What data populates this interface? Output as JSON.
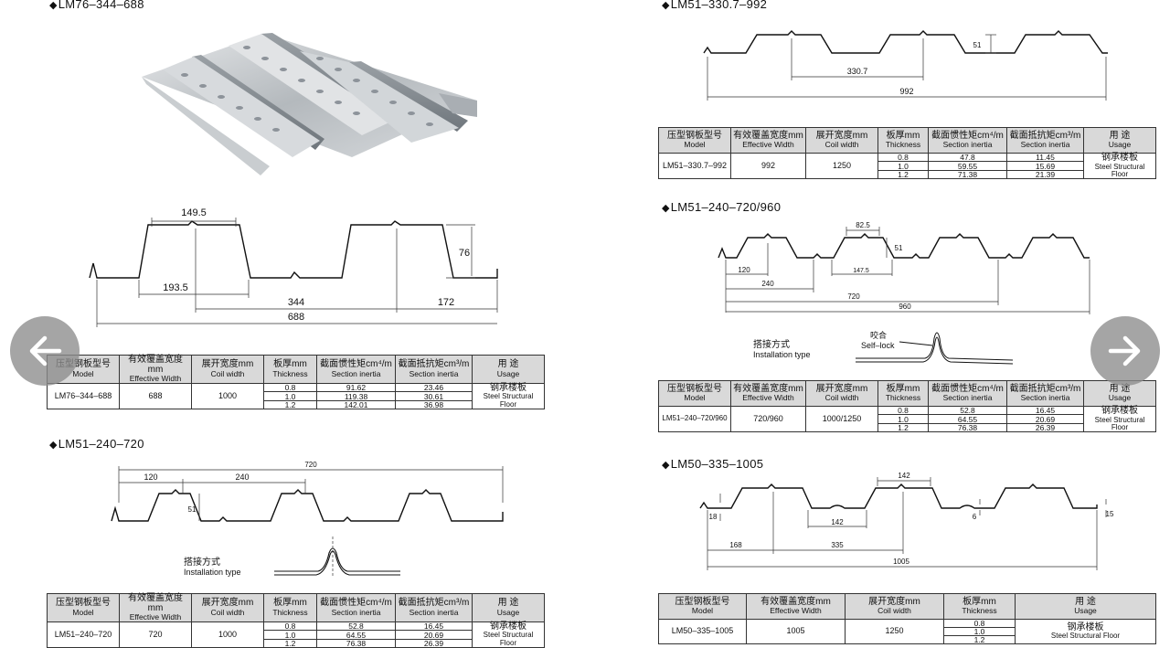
{
  "sections": {
    "lm76": {
      "title": "LM76–344–688",
      "dims": {
        "d1": "149.5",
        "d2": "76",
        "d3": "193.5",
        "d4": "344",
        "d5": "172",
        "d6": "688"
      },
      "row": {
        "model": "LM76–344–688",
        "effective": "688",
        "coil": "1000",
        "thickness": [
          "0.8",
          "1.0",
          "1.2"
        ],
        "inertia": [
          "91.62",
          "119.38",
          "142.01"
        ],
        "modulus": [
          "23.46",
          "30.61",
          "36.98"
        ]
      }
    },
    "lm51_720": {
      "title": "LM51–240–720",
      "dims": {
        "d1": "720",
        "d2": "120",
        "d3": "240",
        "d4": "51"
      },
      "install": {
        "zh": "搭接方式",
        "en": "Installation type"
      },
      "row": {
        "model": "LM51–240–720",
        "effective": "720",
        "coil": "1000",
        "thickness": [
          "0.8",
          "1.0",
          "1.2"
        ],
        "inertia": [
          "52.8",
          "64.55",
          "76.38"
        ],
        "modulus": [
          "16.45",
          "20.69",
          "26.39"
        ]
      }
    },
    "lm51_992": {
      "title": "LM51–330.7–992",
      "dims": {
        "d1": "51",
        "d2": "330.7",
        "d3": "992"
      },
      "row": {
        "model": "LM51–330.7–992",
        "effective": "992",
        "coil": "1250",
        "thickness": [
          "0.8",
          "1.0",
          "1.2"
        ],
        "inertia": [
          "47.8",
          "59.55",
          "71.38"
        ],
        "modulus": [
          "11.45",
          "15.69",
          "21.39"
        ]
      }
    },
    "lm51_960": {
      "title": "LM51–240–720/960",
      "dims": {
        "d1": "82.5",
        "d2": "51",
        "d3": "120",
        "d4": "147.5",
        "d5": "240",
        "d6": "720",
        "d7": "960"
      },
      "install": {
        "zh": "搭接方式",
        "en": "Installation type",
        "lock_zh": "咬合",
        "lock_en": "Self–lock"
      },
      "row": {
        "model": "LM51–240–720/960",
        "effective": "720/960",
        "coil": "1000/1250",
        "thickness": [
          "0.8",
          "1.0",
          "1.2"
        ],
        "inertia": [
          "52.8",
          "64.55",
          "76.38"
        ],
        "modulus": [
          "16.45",
          "20.69",
          "26.39"
        ]
      }
    },
    "lm50": {
      "title": "LM50–335–1005",
      "dims": {
        "d1": "142",
        "d2": "18",
        "d3": "142",
        "d4": "6",
        "d5": "15",
        "d6": "168",
        "d7": "335",
        "d8": "1005"
      },
      "row": {
        "model": "LM50–335–1005",
        "effective": "1005",
        "coil": "1250",
        "thickness": [
          "0.8",
          "1.0",
          "1.2"
        ]
      }
    }
  },
  "table_headers": {
    "model": {
      "zh": "压型钢板型号",
      "en": "Model"
    },
    "effective": {
      "zh": "有效覆盖宽度mm",
      "en": "Effective Width"
    },
    "coil": {
      "zh": "展开宽度mm",
      "en": "Coil width"
    },
    "thickness": {
      "zh": "板厚mm",
      "en": "Thickness"
    },
    "inertia": {
      "zh": "截面惯性矩cm⁴/m",
      "en": "Section inertia"
    },
    "modulus": {
      "zh": "截面抵抗矩cm³/m",
      "en": "Section inertia"
    },
    "usage": {
      "zh": "用  途",
      "en": "Usage"
    }
  },
  "usage": {
    "zh": "钢承楼板",
    "en": "Steel Structural Floor"
  },
  "nav": {
    "prev_icon": "arrow-left-icon",
    "next_icon": "arrow-right-icon",
    "color": "#8c8c8c"
  }
}
